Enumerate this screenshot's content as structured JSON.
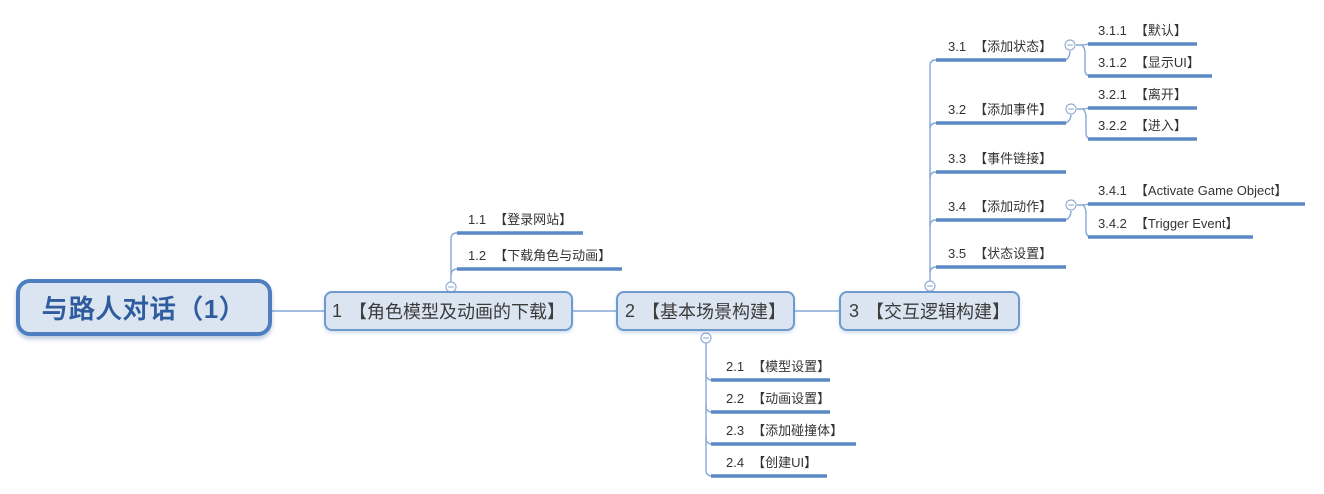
{
  "root": {
    "label": "与路人对话（1）"
  },
  "main": [
    {
      "num": "1",
      "label": "【角色模型及动画的下载】"
    },
    {
      "num": "2",
      "label": "【基本场景构建】"
    },
    {
      "num": "3",
      "label": "【交互逻辑构建】"
    }
  ],
  "branch1": [
    {
      "num": "1.1",
      "label": "【登录网站】"
    },
    {
      "num": "1.2",
      "label": "【下载角色与动画】"
    }
  ],
  "branch2": [
    {
      "num": "2.1",
      "label": "【模型设置】"
    },
    {
      "num": "2.2",
      "label": "【动画设置】"
    },
    {
      "num": "2.3",
      "label": "【添加碰撞体】"
    },
    {
      "num": "2.4",
      "label": "【创建UI】"
    }
  ],
  "branch3": [
    {
      "num": "3.1",
      "label": "【添加状态】"
    },
    {
      "num": "3.2",
      "label": "【添加事件】"
    },
    {
      "num": "3.3",
      "label": "【事件链接】"
    },
    {
      "num": "3.4",
      "label": "【添加动作】"
    },
    {
      "num": "3.5",
      "label": "【状态设置】"
    }
  ],
  "branch3_1": [
    {
      "num": "3.1.1",
      "label": "【默认】"
    },
    {
      "num": "3.1.2",
      "label": "【显示UI】"
    }
  ],
  "branch3_2": [
    {
      "num": "3.2.1",
      "label": "【离开】"
    },
    {
      "num": "3.2.2",
      "label": "【进入】"
    }
  ],
  "branch3_4": [
    {
      "num": "3.4.1",
      "label": "【Activate Game Object】"
    },
    {
      "num": "3.4.2",
      "label": "【Trigger Event】"
    }
  ],
  "icons": {
    "collapse": "−"
  },
  "colors": {
    "root_border": "#4d7ebf",
    "node_border": "#6f9ace",
    "node_fill": "#dbe5f1",
    "underline": "#5b89c6",
    "connector_line": "#85a8d6",
    "collapse_circle": "#97afd6",
    "root_text": "#2f5c9e",
    "text": "#333333"
  }
}
